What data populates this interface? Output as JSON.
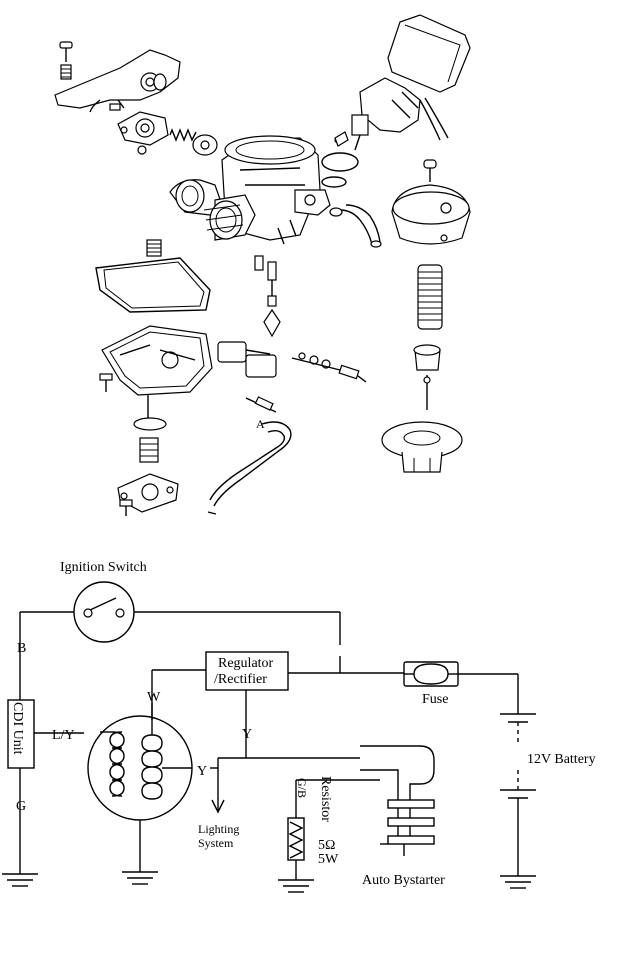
{
  "schematic": {
    "ignition_switch": "Ignition Switch",
    "regulator_line1": "Regulator",
    "regulator_line2": "/Rectifier",
    "fuse": "Fuse",
    "battery": "12V Battery",
    "cdi_unit": "CDI Unit",
    "lighting_line1": "Lighting",
    "lighting_line2": "System",
    "resistor": "Resistor",
    "resistor_ohms": "5Ω",
    "resistor_watts": "5W",
    "auto_bystarter": "Auto Bystarter",
    "wire_b": "B",
    "wire_g": "G",
    "wire_ly": "L/Y",
    "wire_w": "W",
    "wire_y_top": "Y",
    "wire_y_right": "Y",
    "wire_gb": "G/B"
  }
}
